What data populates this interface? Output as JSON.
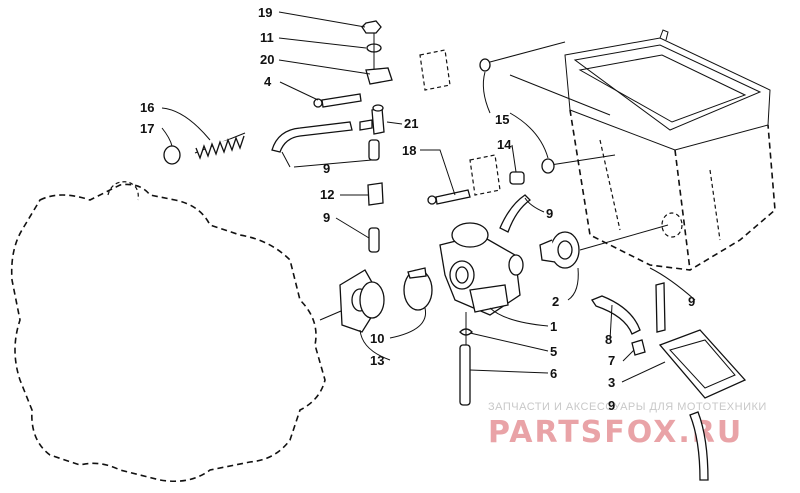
{
  "labels": {
    "n19": "19",
    "n11": "11",
    "n20": "20",
    "n4": "4",
    "n16": "16",
    "n17": "17",
    "n21": "21",
    "n15": "15",
    "n14": "14",
    "n18": "18",
    "n9a": "9",
    "n12": "12",
    "n9b": "9",
    "n9c": "9",
    "n9d": "9",
    "n2": "2",
    "n8": "8",
    "n7": "7",
    "n3": "3",
    "n9e": "9",
    "n1": "1",
    "n5": "5",
    "n6": "6",
    "n10": "10",
    "n13": "13"
  },
  "watermark": {
    "line1": "ЗАПЧАСТИ И АКСЕССУАРЫ ДЛЯ МОТОТЕХНИКИ",
    "line2": "PARTSFOX.RU"
  }
}
